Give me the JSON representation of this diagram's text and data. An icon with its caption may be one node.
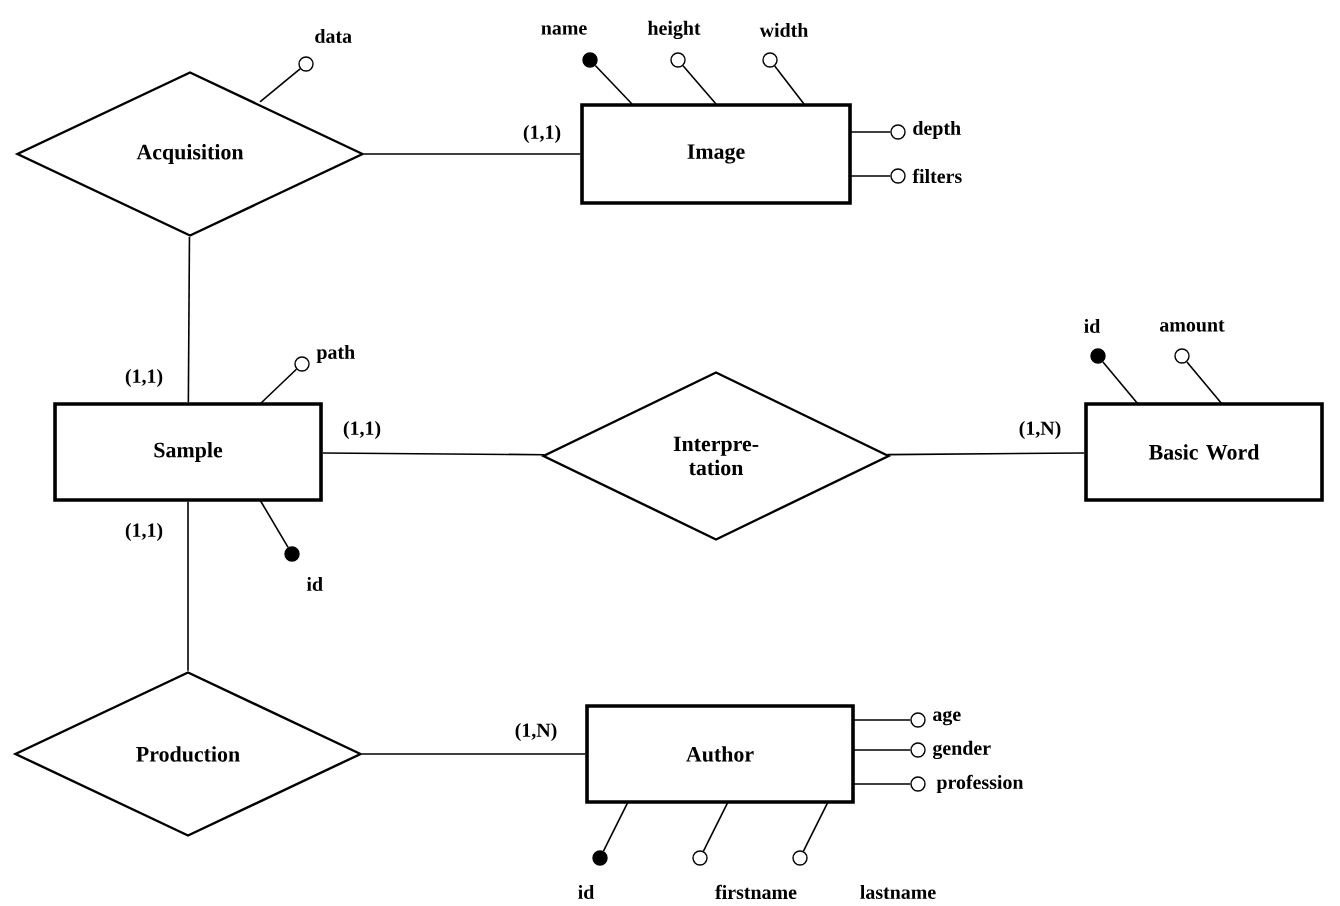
{
  "diagram": {
    "nodes": [
      {
        "text": [
          "Acquisition"
        ]
      },
      {
        "text": [
          "Image"
        ]
      },
      {
        "text": [
          "Sample"
        ]
      },
      {
        "text": [
          "Interpre- tation"
        ]
      },
      {
        "text": [
          "Basic Word"
        ]
      },
      {
        "text": [
          "Production"
        ]
      },
      {
        "text": [
          "Author"
        ]
      },
      {
        "text": [],
        "shape": "circle",
        "beside": [
          "data"
        ]
      },
      {
        "text": [],
        "shape": "dot",
        "beside": [
          "name"
        ]
      },
      {
        "text": [],
        "shape": "circle",
        "beside": [
          "height"
        ]
      },
      {
        "text": [],
        "shape": "circle",
        "beside": [
          "width"
        ]
      },
      {
        "text": [],
        "shape": "circle",
        "beside": [
          "depth"
        ]
      },
      {
        "text": [],
        "shape": "circle",
        "beside": [
          "filters"
        ]
      },
      {
        "text": [],
        "shape": "circle",
        "beside": [
          "path"
        ]
      },
      {
        "text": [],
        "shape": "dot",
        "beside": [
          "id"
        ]
      },
      {
        "text": [],
        "shape": "dot",
        "beside": [
          "id"
        ]
      },
      {
        "text": [],
        "shape": "circle",
        "beside": [
          "amount"
        ]
      },
      {
        "text": [],
        "shape": "circle",
        "beside": [
          "age"
        ]
      },
      {
        "text": [],
        "shape": "circle",
        "beside": [
          "gender"
        ]
      },
      {
        "text": [],
        "shape": "circle",
        "beside": [
          "profession"
        ]
      },
      {
        "text": [],
        "shape": "dot",
        "beside": [
          "id"
        ]
      },
      {
        "text": [],
        "shape": "circle",
        "beside": [
          "firstname"
        ]
      },
      {
        "text": [],
        "shape": "circle",
        "beside": [
          "lastname"
        ]
      }
    ],
    "edges": [
      {
        "from": 0,
        "to": 1,
        "arrow": "none",
        "label": "(1,1)"
      },
      {
        "from": 0,
        "to": 2,
        "arrow": "none",
        "label": "(1,1)"
      },
      {
        "from": 2,
        "to": 3,
        "arrow": "none",
        "label": "(1,1)"
      },
      {
        "from": 3,
        "to": 4,
        "arrow": "none",
        "label": "(1,N)"
      },
      {
        "from": 2,
        "to": 5,
        "arrow": "none",
        "label": "(1,1)"
      },
      {
        "from": 5,
        "to": 6,
        "arrow": "none",
        "label": "(1,N)"
      },
      {
        "from": 0,
        "to": 7,
        "arrow": "none"
      },
      {
        "from": 1,
        "to": 8,
        "arrow": "none"
      },
      {
        "from": 1,
        "to": 9,
        "arrow": "none"
      },
      {
        "from": 1,
        "to": 10,
        "arrow": "none"
      },
      {
        "from": 1,
        "to": 11,
        "arrow": "none"
      },
      {
        "from": 1,
        "to": 12,
        "arrow": "none"
      },
      {
        "from": 2,
        "to": 13,
        "arrow": "none"
      },
      {
        "from": 2,
        "to": 14,
        "arrow": "none"
      },
      {
        "from": 4,
        "to": 15,
        "arrow": "none"
      },
      {
        "from": 4,
        "to": 16,
        "arrow": "none"
      },
      {
        "from": 6,
        "to": 17,
        "arrow": "none"
      },
      {
        "from": 6,
        "to": 18,
        "arrow": "none"
      },
      {
        "from": 6,
        "to": 19,
        "arrow": "none"
      },
      {
        "from": 6,
        "to": 20,
        "arrow": "none"
      },
      {
        "from": 6,
        "to": 21,
        "arrow": "none"
      },
      {
        "from": 6,
        "to": 22,
        "arrow": "none"
      }
    ]
  }
}
